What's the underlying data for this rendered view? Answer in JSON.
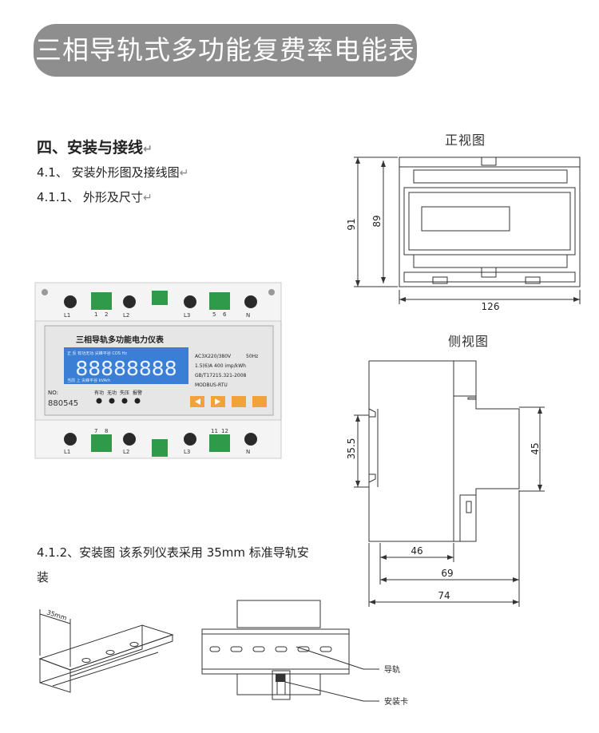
{
  "title": "三相导轨式多功能复费率电能表",
  "section": {
    "heading": "四、安装与接线",
    "item_1": "4.1、 安装外形图及接线图",
    "item_1_1": "4.1.1、 外形及尺寸",
    "item_1_2_line1": "4.1.2、安装图 该系列仪表采用 35mm 标准导轨安",
    "item_1_2_line2": "装",
    "return_mark": "↵"
  },
  "front_view": {
    "caption": "正视图",
    "dim_height_outer": "91",
    "dim_height_inner": "89",
    "dim_width": "126"
  },
  "side_view": {
    "caption": "侧视图",
    "dim_left": "35.5",
    "dim_right": "45",
    "dim_46": "46",
    "dim_69": "69",
    "dim_74": "74"
  },
  "meter_photo": {
    "label": "三相导轨多功能电力仪表",
    "lcd_digits": "88888888",
    "lcd_top_text": "正 反 有功无功 尖峰平谷 COS Hz",
    "lcd_bottom_text": "当前 上 尖峰平谷 kVArh",
    "spec_1": "AC3X220/380V",
    "spec_1b": "50Hz",
    "spec_2": "1.5(6)A 400 imp/kWh",
    "spec_3": "GB/T17215.321-2008",
    "spec_4": "MODBUS-RTU",
    "no_label": "NO:",
    "serial": "880545",
    "led_labels": [
      "有功",
      "无功",
      "失压",
      "报警"
    ],
    "top_terminal_labels": [
      "L1",
      "L2",
      "L3",
      "N"
    ],
    "bottom_terminal_labels": [
      "L1",
      "L2",
      "L3",
      "N"
    ],
    "terminal_numbers_top": [
      "1",
      "2",
      "5",
      "6"
    ],
    "terminal_numbers_bottom": [
      "7",
      "8",
      "11",
      "12"
    ]
  },
  "rail_diagram": {
    "dim_label": "35mm"
  },
  "install_diagram": {
    "label_rail": "导轨",
    "label_clip": "安装卡"
  },
  "colors": {
    "banner": "#8e8e8e",
    "lcd": "#3a7fd5",
    "button": "#f2a23a",
    "terminal": "#2f9a4a"
  }
}
